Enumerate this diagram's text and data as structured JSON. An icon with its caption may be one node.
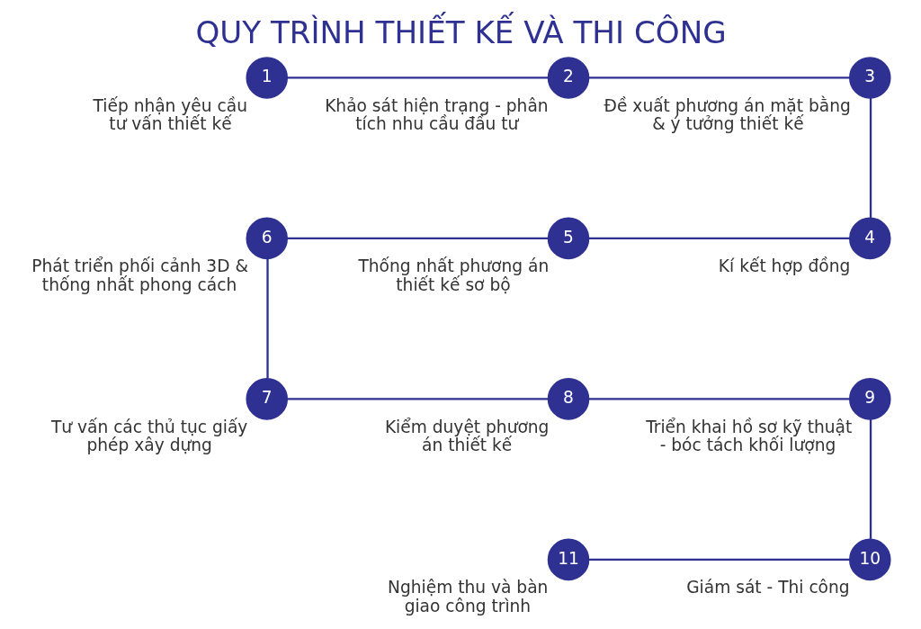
{
  "diagram": {
    "title": "QUY TRÌNH THIẾT KẾ VÀ THI CÔNG",
    "nodes": [
      {
        "text": [
          "1"
        ],
        "beside": [
          "Tiếp nhận yêu cầu tư vấn thiết kế"
        ]
      },
      {
        "text": [
          "2"
        ],
        "beside": [
          "Khảo sát hiện trạng - phân tích nhu cầu đầu tư"
        ]
      },
      {
        "text": [
          "3"
        ],
        "beside": [
          "Đề xuất phương án mặt bằng & ý tưởng thiết kế"
        ]
      },
      {
        "text": [
          "4"
        ],
        "beside": [
          "Kí kết hợp đồng"
        ]
      },
      {
        "text": [
          "5"
        ],
        "beside": [
          "Thống nhất phương án thiết kế sơ bộ"
        ]
      },
      {
        "text": [
          "6"
        ],
        "beside": [
          "Phát triển phối cảnh 3D & thống nhất phong cách"
        ]
      },
      {
        "text": [
          "7"
        ],
        "beside": [
          "Tư vấn các thủ tục giấy phép xây dựng"
        ]
      },
      {
        "text": [
          "8"
        ],
        "beside": [
          "Kiểm duyệt phương án thiết kế"
        ]
      },
      {
        "text": [
          "9"
        ],
        "beside": [
          "Triển khai hồ sơ kỹ thuật - bóc tách khối lượng"
        ]
      },
      {
        "text": [
          "10"
        ],
        "beside": [
          "Giám sát - Thi công"
        ]
      },
      {
        "text": [
          "11"
        ],
        "beside": [
          "Nghiệm thu và bàn giao công trình"
        ]
      }
    ],
    "edges": [
      {
        "from": 0,
        "to": 1,
        "arrow": "none"
      },
      {
        "from": 1,
        "to": 2,
        "arrow": "none"
      },
      {
        "from": 2,
        "to": 3,
        "arrow": "none"
      },
      {
        "from": 3,
        "to": 4,
        "arrow": "none"
      },
      {
        "from": 4,
        "to": 5,
        "arrow": "none"
      },
      {
        "from": 5,
        "to": 6,
        "arrow": "none"
      },
      {
        "from": 6,
        "to": 7,
        "arrow": "none"
      },
      {
        "from": 7,
        "to": 8,
        "arrow": "none"
      },
      {
        "from": 8,
        "to": 9,
        "arrow": "none"
      },
      {
        "from": 9,
        "to": 10,
        "arrow": "none"
      }
    ]
  }
}
